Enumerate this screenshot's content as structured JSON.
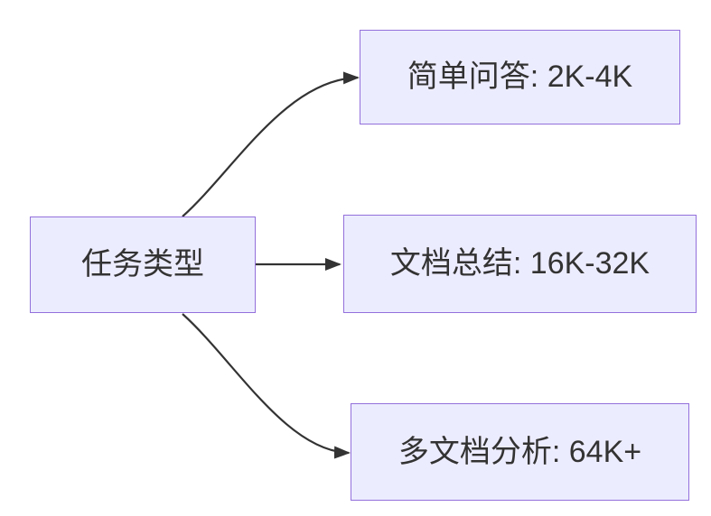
{
  "diagram": {
    "type": "flowchart",
    "direction": "left-to-right",
    "nodes": [
      {
        "id": "task-type",
        "label": "任务类型",
        "role": "source"
      },
      {
        "id": "simple-qa",
        "label": "简单问答: 2K-4K",
        "role": "target"
      },
      {
        "id": "doc-summary",
        "label": "文档总结: 16K-32K",
        "role": "target"
      },
      {
        "id": "multi-doc-analysis",
        "label": "多文档分析: 64K+",
        "role": "target"
      }
    ],
    "edges": [
      {
        "from": "task-type",
        "to": "simple-qa"
      },
      {
        "from": "task-type",
        "to": "doc-summary"
      },
      {
        "from": "task-type",
        "to": "multi-doc-analysis"
      }
    ],
    "colors": {
      "node_fill": "#ECECFF",
      "node_border": "#9370DB",
      "edge_stroke": "#333333",
      "text": "#333333",
      "background": "#FFFFFF"
    }
  }
}
